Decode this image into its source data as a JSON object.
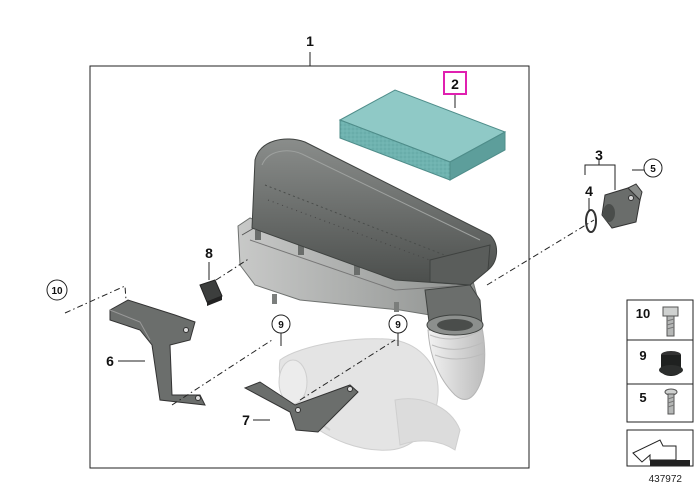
{
  "callouts": {
    "c1": "1",
    "c2": "2",
    "c3": "3",
    "c4": "4",
    "c5": "5",
    "c6": "6",
    "c7": "7",
    "c8": "8",
    "c9a": "9",
    "c9b": "9",
    "c10": "10"
  },
  "side_panel": {
    "items": [
      {
        "label": "10",
        "icon": "bolt-icon"
      },
      {
        "label": "9",
        "icon": "rubber-grommet-icon"
      },
      {
        "label": "5",
        "icon": "screw-icon"
      }
    ],
    "arrow_icon": "installation-arrow-icon"
  },
  "document_number": "437972",
  "colors": {
    "highlight": "#e020b0",
    "filter": "#6fb3b0",
    "housing": "#5f6260",
    "ghost": "#e2e2e2"
  }
}
